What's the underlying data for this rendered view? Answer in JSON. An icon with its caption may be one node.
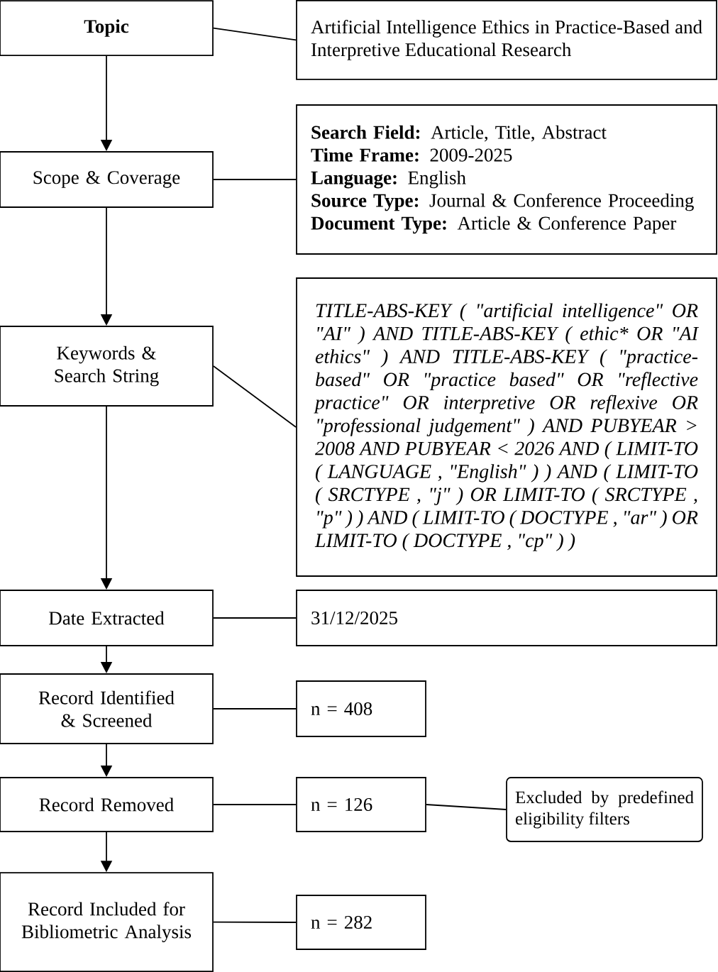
{
  "diagram": {
    "nodes": [
      {
        "text": [
          "Topic"
        ]
      },
      {
        "text": [
          "Artificial Intelligence Ethics in Practice-Based and Interpretive Educational Research"
        ]
      },
      {
        "text": [
          "Scope & Coverage"
        ]
      },
      {
        "text": [
          "**Search Field:** Article, Title, Abstract",
          "**Time Frame:** 2009-2025",
          "**Language:** English",
          "**Source Type:** Journal & Conference Proceeding",
          "**Document Type:** Article & Conference Paper"
        ]
      },
      {
        "text": [
          "Keywords & Search String"
        ]
      },
      {
        "text": [
          "TITLE-ABS-KEY ( \"artificial intelligence\" OR \"AI\" ) AND TITLE-ABS-KEY ( ethic* OR \"AI ethics\" ) AND TITLE-ABS-KEY ( \"practice-based\" OR \"practice based\" OR \"reflective practice\" OR interpretive OR reflexive OR \"professional judgement\" ) AND PUBYEAR > 2008 AND PUBYEAR < 2026 AND ( LIMIT-TO ( LANGUAGE , \"English\" ) ) AND ( LIMIT-TO ( SRCTYPE , \"j\" ) OR LIMIT-TO ( SRCTYPE , \"p\" ) ) AND ( LIMIT-TO ( DOCTYPE , \"ar\" ) OR LIMIT-TO ( DOCTYPE , \"cp\" ) )"
        ]
      },
      {
        "text": [
          "Date Extracted"
        ]
      },
      {
        "text": [
          "31/12/2025"
        ]
      },
      {
        "text": [
          "Record Identified & Screened"
        ]
      },
      {
        "text": [
          "n = 408"
        ]
      },
      {
        "text": [
          "Record Removed"
        ]
      },
      {
        "text": [
          "n = 126"
        ]
      },
      {
        "text": [
          "Excluded by predefined eligibility filters"
        ]
      },
      {
        "text": [
          "Record Included for Bibliometric Analysis"
        ]
      },
      {
        "text": [
          "n = 282"
        ]
      }
    ],
    "edges": [
      {
        "from": 0,
        "to": 2,
        "arrow": "to"
      },
      {
        "from": 2,
        "to": 4,
        "arrow": "to"
      },
      {
        "from": 4,
        "to": 6,
        "arrow": "to"
      },
      {
        "from": 6,
        "to": 8,
        "arrow": "to"
      },
      {
        "from": 8,
        "to": 10,
        "arrow": "to"
      },
      {
        "from": 10,
        "to": 13,
        "arrow": "to"
      },
      {
        "from": 0,
        "to": 1,
        "arrow": "none"
      },
      {
        "from": 2,
        "to": 3,
        "arrow": "none"
      },
      {
        "from": 4,
        "to": 5,
        "arrow": "none"
      },
      {
        "from": 6,
        "to": 7,
        "arrow": "none"
      },
      {
        "from": 8,
        "to": 9,
        "arrow": "none"
      },
      {
        "from": 10,
        "to": 11,
        "arrow": "none"
      },
      {
        "from": 11,
        "to": 12,
        "arrow": "none"
      },
      {
        "from": 13,
        "to": 14,
        "arrow": "none"
      }
    ]
  }
}
